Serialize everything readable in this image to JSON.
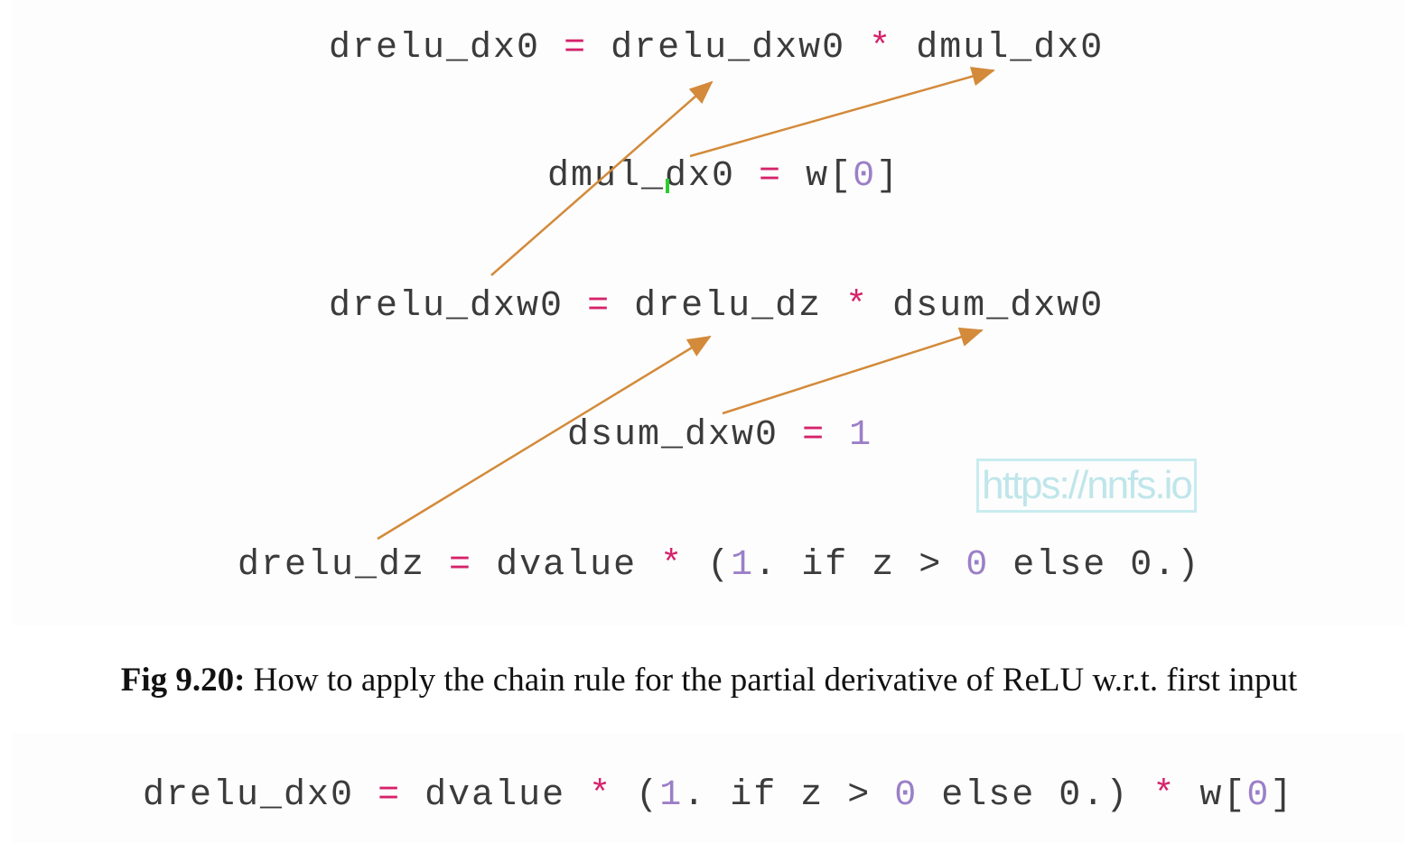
{
  "colors": {
    "text": "#3b3b3b",
    "operator": "#d6226a",
    "number": "#9b7fc7",
    "arrow": "#d38a3a",
    "watermark": "#bfe6ea"
  },
  "equations": {
    "eq1": {
      "lhs": "drelu_dx0",
      "op1": "=",
      "t1": "drelu_dxw0",
      "op2": "*",
      "t2": "dmul_dx0"
    },
    "eq2": {
      "lhs": "dmul_dx0",
      "op1": "=",
      "t1": "w[",
      "n1": "0",
      "t2": "]"
    },
    "eq3": {
      "lhs": "drelu_dxw0",
      "op1": "=",
      "t1": "drelu_dz",
      "op2": "*",
      "t2": "dsum_dxw0"
    },
    "eq4": {
      "lhs": "dsum_dxw0",
      "op1": "=",
      "n1": "1"
    },
    "eq5": {
      "lhs": "drelu_dz",
      "op1": "=",
      "t1": "dvalue",
      "op2": "*",
      "t2": "(",
      "n1": "1",
      "t3": ". if z > ",
      "n2": "0",
      "t4": " else 0",
      "t5": ".)"
    }
  },
  "watermark": "https://nnfs.io",
  "caption": {
    "label": "Fig 9.20:",
    "text": " How to apply the chain rule for the partial derivative of ReLU w.r.t. first input"
  },
  "final_equation": {
    "lhs": "drelu_dx0",
    "op1": "=",
    "t1": "dvalue",
    "op2": "*",
    "t2": "(",
    "n1": "1",
    "t3": ". if z > ",
    "n2": "0",
    "t4": " else 0",
    "t5": ".)",
    "op3": "*",
    "t6": "w[",
    "n3": "0",
    "t7": "]"
  }
}
